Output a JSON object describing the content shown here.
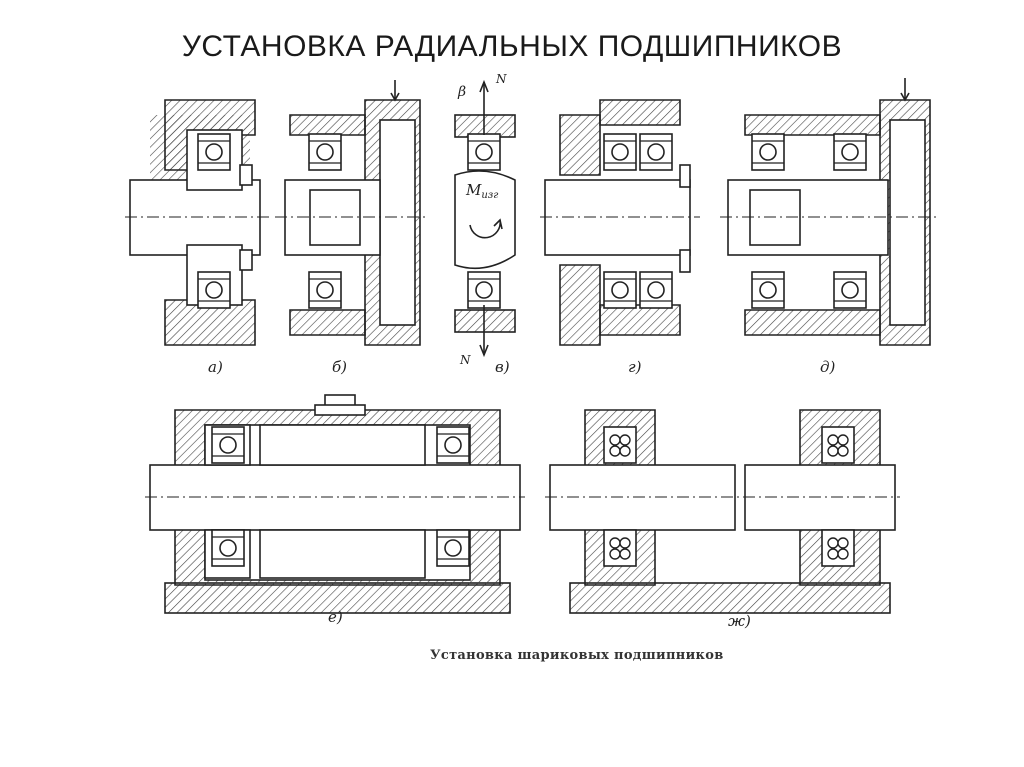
{
  "slide": {
    "title": "УСТАНОВКА РАДИАЛЬНЫХ ПОДШИПНИКОВ"
  },
  "figure": {
    "labels": {
      "a": "а)",
      "b": "б)",
      "v": "в)",
      "g": "г)",
      "d": "д)",
      "e": "е)",
      "zh": "ж)"
    },
    "symbols": {
      "beta": "β",
      "n_top": "N",
      "n_bottom": "N",
      "moment": "M",
      "moment_sub": "изг"
    },
    "caption": "Установка шариковых подшипников"
  },
  "colors": {
    "ink": "#222222",
    "hatch": "#444444",
    "background": "#ffffff"
  }
}
